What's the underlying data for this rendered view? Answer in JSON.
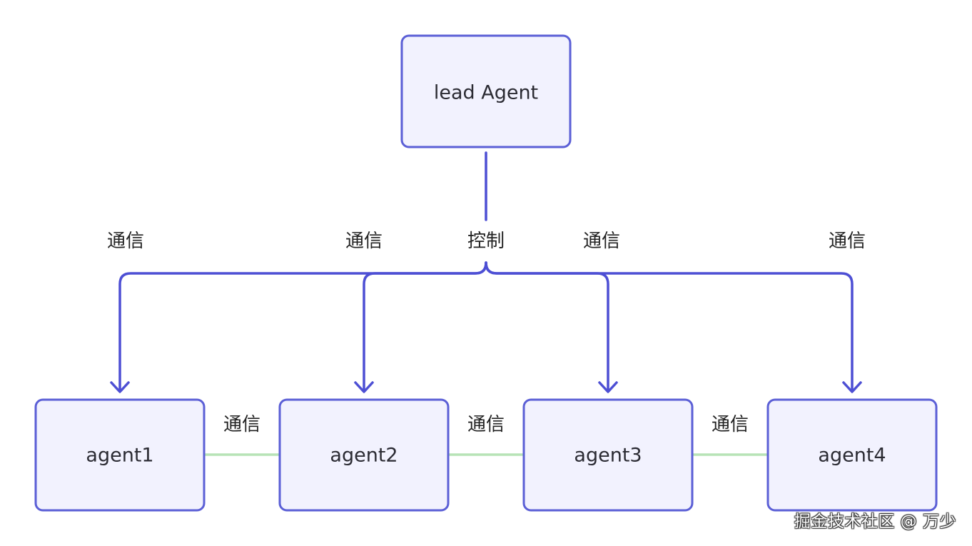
{
  "lead": {
    "label": "lead Agent"
  },
  "control_edge": {
    "label": "控制"
  },
  "agents": [
    {
      "label": "agent1",
      "link_label": "通信"
    },
    {
      "label": "agent2",
      "link_label": "通信"
    },
    {
      "label": "agent3",
      "link_label": "通信"
    },
    {
      "label": "agent4",
      "link_label": "通信"
    }
  ],
  "peer_links": [
    {
      "label": "通信"
    },
    {
      "label": "通信"
    },
    {
      "label": "通信"
    }
  ],
  "colors": {
    "node_fill": "#f2f2fe",
    "node_border": "#5b5fd6",
    "control_edge": "#4d4fd4",
    "peer_edge": "#b7e3b6"
  },
  "watermark": "掘金技术社区 @ 万少"
}
